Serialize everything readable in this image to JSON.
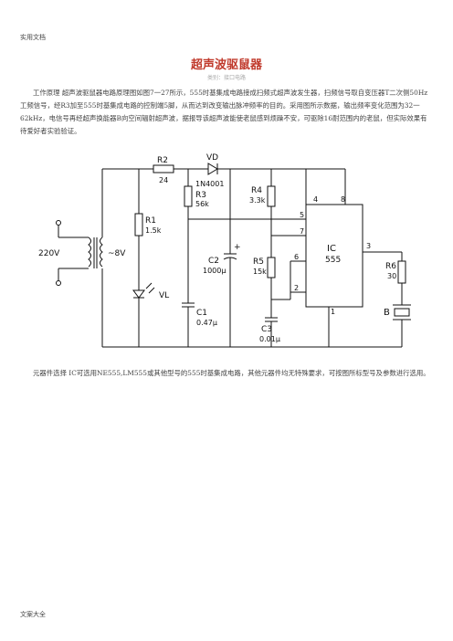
{
  "header": {
    "label": "实用文档"
  },
  "footer": {
    "label": "文案大全"
  },
  "title": "超声波驱鼠器",
  "subtitle": "类别：接口电路",
  "paragraphs": {
    "working_principle": "工作原理 超声波驱鼠器电路原理图如图7一27所示，555时基集成电路接成扫频式超声波发生器，扫频信号取自变压器T二次侧50Hz工频信号，经R3加至555时基集成电路的控制端5脚，从而达到改变输出脉冲频率的目的。采用图所示数据，输出频率变化范围为32一62kHz，电信号再经超声换能器B向空间辐射超声波，据报导该超声波能使老鼠感到烦躁不安，可驱除16耐范围内的老鼠，但实际效果有待爱好者实验验证。",
    "component_selection": "元器件选择 IC可选用NE555,LM555或其他型号的555时基集成电路，其他元器件均无特殊要求，可按图所标型号及参数进行选用。"
  },
  "circuit": {
    "source_label": "220V",
    "secondary_label": "~8V",
    "components": {
      "R2": {
        "name": "R2",
        "value": "24"
      },
      "VD": {
        "name": "VD",
        "value": "1N4001"
      },
      "R3": {
        "name": "R3",
        "value": "56k"
      },
      "R1": {
        "name": "R1",
        "value": "1.5k"
      },
      "VL": {
        "name": "VL"
      },
      "C1": {
        "name": "C1",
        "value": "0.47μ"
      },
      "C2": {
        "name": "C2",
        "value": "1000μ",
        "polarity": "+"
      },
      "R4": {
        "name": "R4",
        "value": "3.3k"
      },
      "R5": {
        "name": "R5",
        "value": "15k"
      },
      "C3": {
        "name": "C3",
        "value": "0.01μ"
      },
      "IC": {
        "name": "IC",
        "value": "555"
      },
      "R6": {
        "name": "R6",
        "value": "30"
      },
      "B": {
        "name": "B"
      }
    },
    "pins": {
      "p1": "1",
      "p2": "2",
      "p3": "3",
      "p4": "4",
      "p5": "5",
      "p6": "6",
      "p7": "7",
      "p8": "8"
    }
  }
}
